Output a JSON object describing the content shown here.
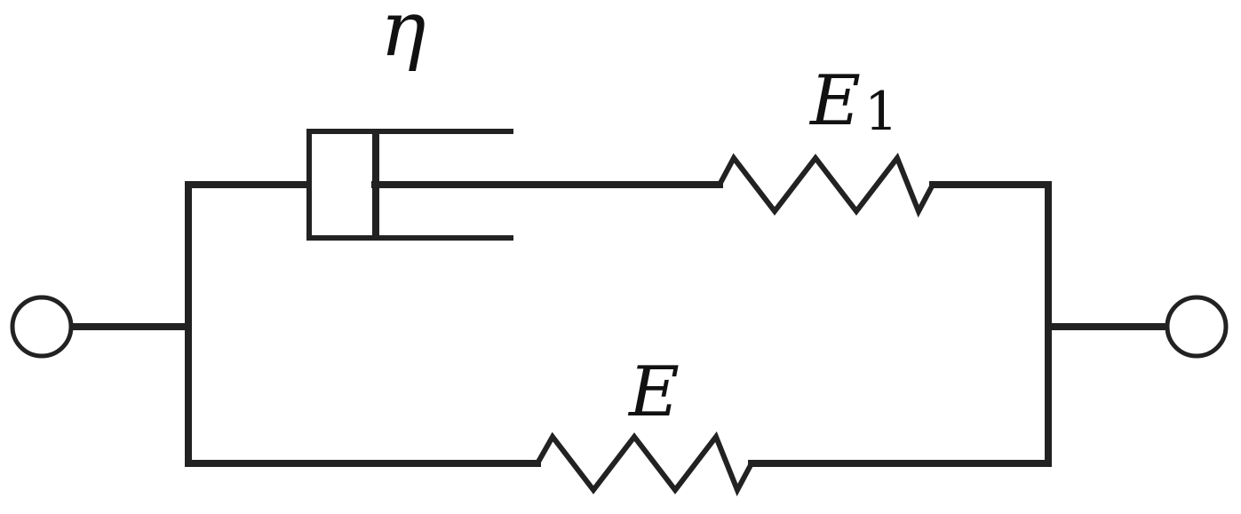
{
  "labels": {
    "dashpot": "η",
    "series_spring": "E",
    "series_spring_subscript": "1",
    "parallel_spring": "E"
  },
  "colors": {
    "line": "#222222",
    "background": "#ffffff"
  }
}
